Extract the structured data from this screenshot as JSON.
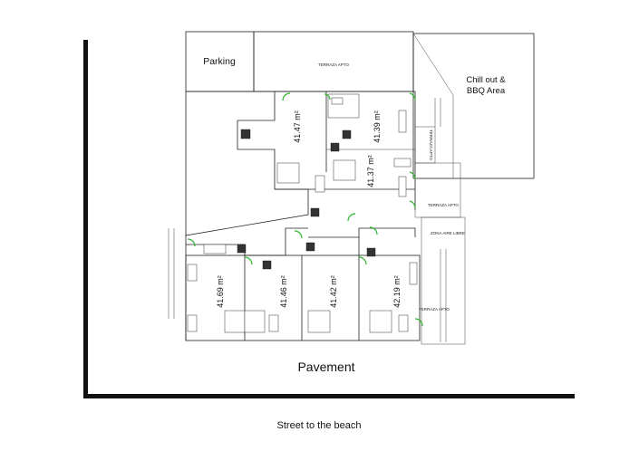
{
  "labels": {
    "parking": "Parking",
    "chill_line1": "Chill out &",
    "chill_line2": "BBQ Area",
    "terraza_top": "TERRAZA APTO",
    "terraza_right1": "TERRAZA APTO",
    "terraza_right2": "TERRAZA APTO",
    "zona_aire": "ZONA AIRE LIBRE",
    "terraza_bottom": "TERRAZA APTO",
    "pavement": "Pavement",
    "street": "Street to the beach"
  },
  "apartments": [
    {
      "area": "41.47 m²"
    },
    {
      "area": "41.39 m²"
    },
    {
      "area": "41.37 m²"
    },
    {
      "area": "41.69 m²"
    },
    {
      "area": "41.46 m²"
    },
    {
      "area": "41.42 m²"
    },
    {
      "area": "42.19 m²"
    }
  ],
  "colors": {
    "wall": "#222222",
    "door": "#2bb52b",
    "fixture": "#333333"
  }
}
